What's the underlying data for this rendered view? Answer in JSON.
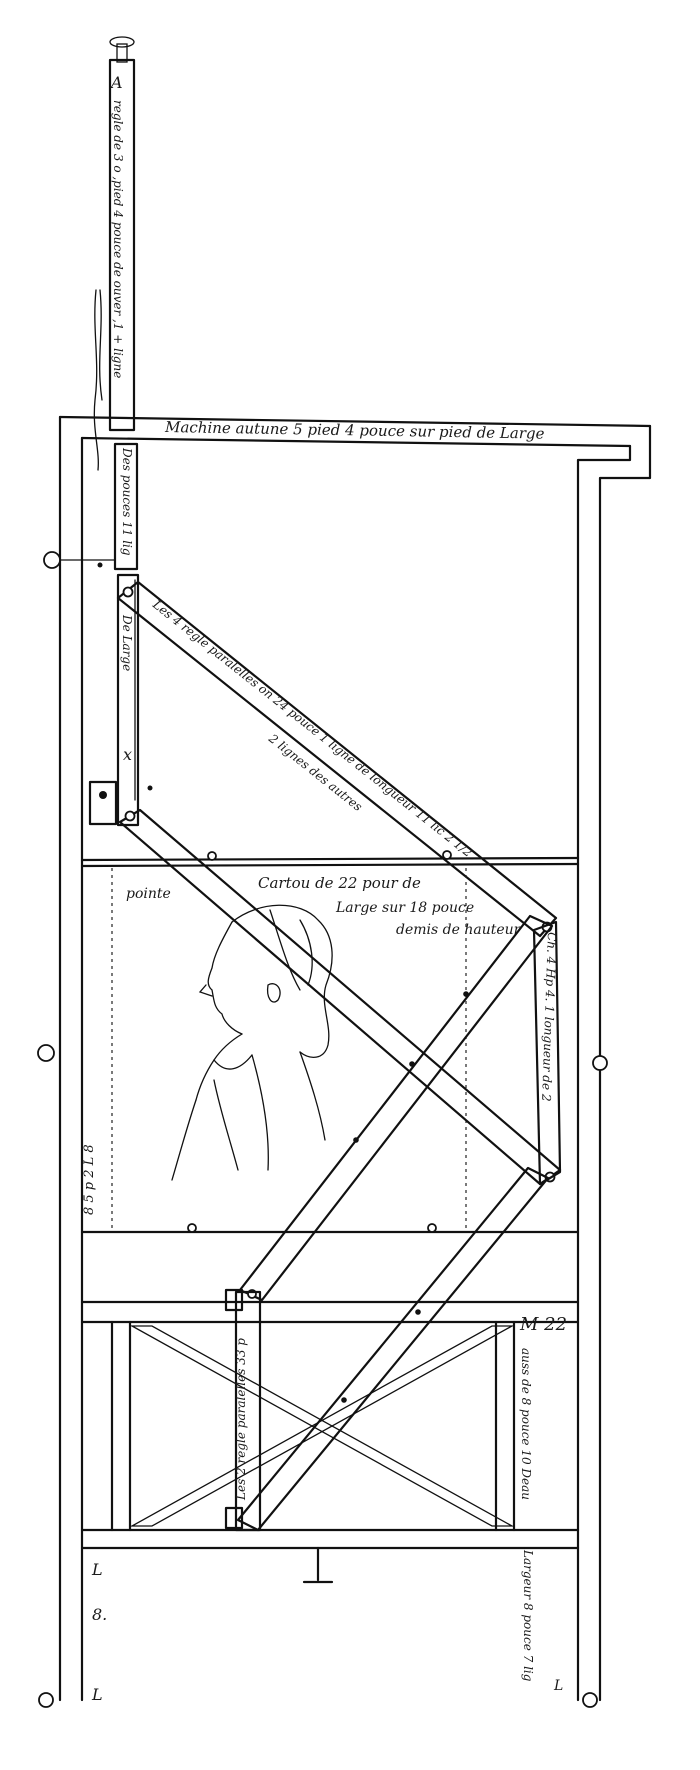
{
  "labels": {
    "rod_letter": "A",
    "rod_text": "regle de 3 o ,pied 4 pouce de ouver ,1 + ligne",
    "top_bar": "Machine autune 5 pied 4 pouce sur pied de Large",
    "left_post": "Des pouces 11 lig",
    "de_large": "De Large",
    "x_mark": "x",
    "upper_ruler": "Les 4 regle paralelles on 24 pouce 1 ligne de longueur 11 lic 2 1/2",
    "upper_ruler_2": "2 lignes des autres",
    "pointe": "pointe",
    "carton_1": "Cartou de 22 pour de",
    "carton_2": "Large sur 18 pouce",
    "carton_3": "demis de hauteur",
    "right_diag": "Ch. 4 Hp 4. 1 longueur de 2",
    "left_dim": "8 5 p 2 L 8",
    "lower_ruler": "Les 2 regle paralelles 33 p",
    "m22": "M 22",
    "right_lower": "auss de 8 pouce 10 Deau",
    "right_bottom": "Largeur 8 pouce 7 lig",
    "l8_left": "L",
    "eight_left": "8.",
    "bottom_l": "L",
    "bottom_l_right": "L"
  }
}
